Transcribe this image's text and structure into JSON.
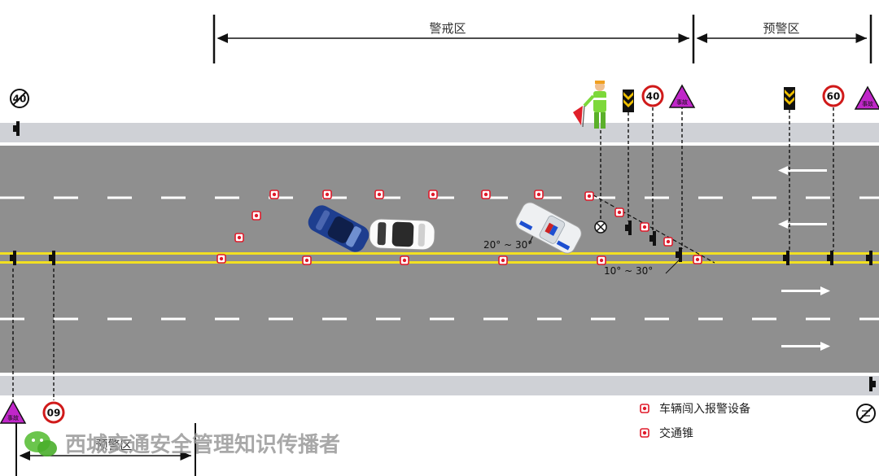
{
  "zones": {
    "warning_zone": "警戒区",
    "pre_warning_zone": "预警区",
    "buffer_zone": "预警区"
  },
  "legend": {
    "alarm_device": "车辆闯入报警设备",
    "traffic_cone": "交通锥"
  },
  "angles": {
    "vehicle_angle": "20° ~ 30°",
    "cone_angle": "10° ~ 30°"
  },
  "signs": {
    "speed_limit_40": "40",
    "speed_limit_60": "60",
    "speed_limit_60_rotated": "60",
    "accident": "事故",
    "end_limit": "40"
  },
  "watermark": {
    "text": "西城交通安全管理知识传播者"
  },
  "colors": {
    "road": "#8f8f8f",
    "shoulder": "#cfd1d6",
    "center_line": "#f2e021",
    "cone": "#e01a2a",
    "sign_magenta": "#c026c9",
    "blue_car": "#1e3e8f",
    "officer_vest": "#7dd83a"
  }
}
